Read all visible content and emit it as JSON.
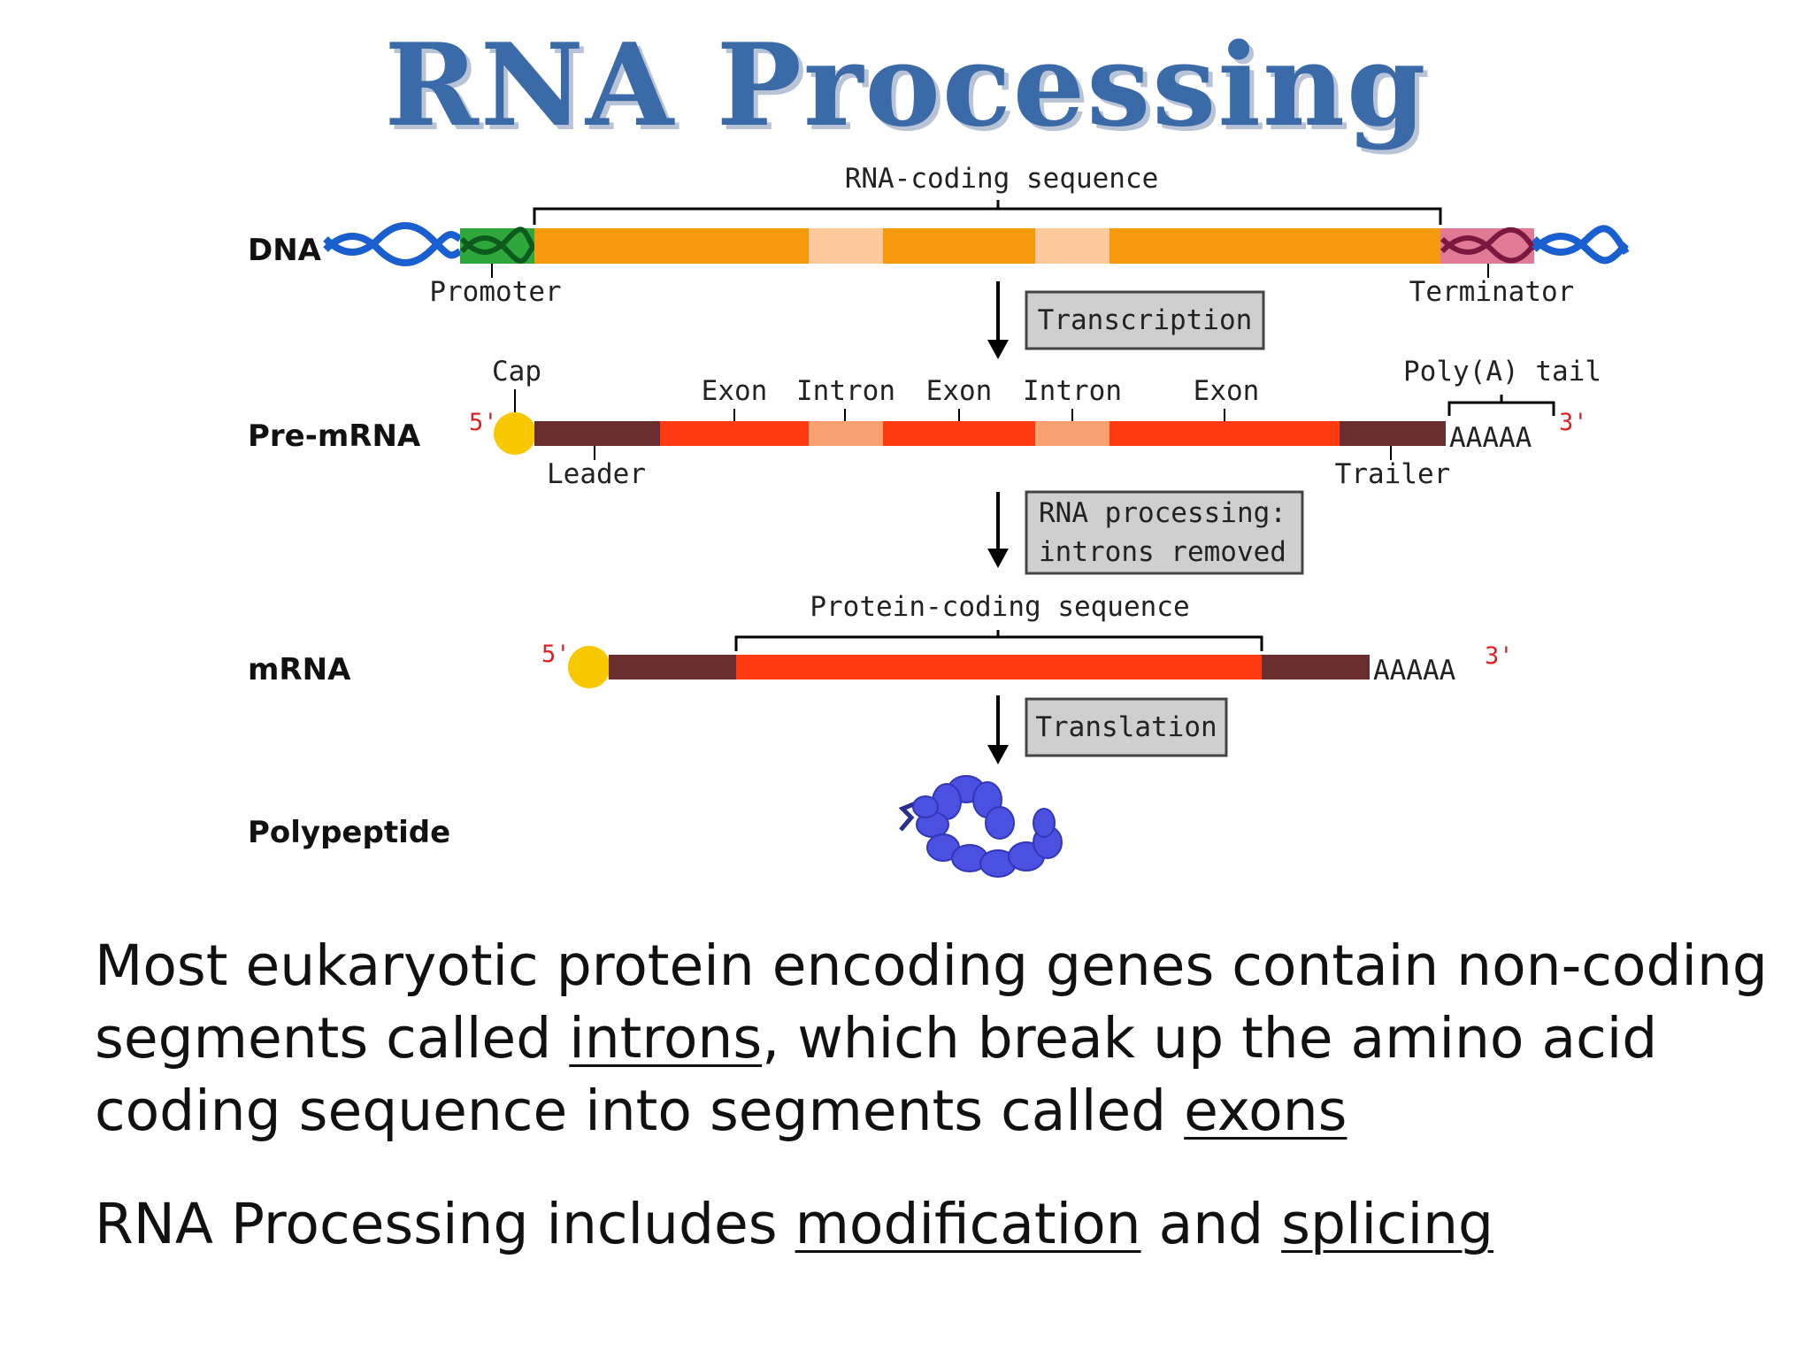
{
  "title": "RNA Processing",
  "rows": {
    "dna": "DNA",
    "pre_mrna": "Pre-mRNA",
    "mrna": "mRNA",
    "polypeptide": "Polypeptide"
  },
  "labels": {
    "rna_coding_sequence": "RNA-coding sequence",
    "promoter": "Promoter",
    "terminator": "Terminator",
    "cap": "Cap",
    "leader": "Leader",
    "trailer": "Trailer",
    "poly_a_tail": "Poly(A) tail",
    "poly_a": "AAAAA",
    "five_prime": "5'",
    "three_prime": "3'",
    "exon": "Exon",
    "intron": "Intron",
    "protein_coding_sequence": "Protein-coding sequence"
  },
  "steps": {
    "transcription": "Transcription",
    "processing_line1": "RNA processing:",
    "processing_line2": "introns removed",
    "translation": "Translation"
  },
  "paragraphs": {
    "p1_a": "Most eukaryotic protein encoding genes contain non-coding segments called ",
    "p1_introns": "introns",
    "p1_b": ", which break up the amino acid coding sequence into segments called ",
    "p1_exons": "exons",
    "p2_a": "RNA Processing includes ",
    "p2_modification": "modification",
    "p2_and": " and ",
    "p2_splicing": "splicing"
  },
  "colors": {
    "dna_helix": "#1a5fd0",
    "promoter": "#2ea83a",
    "terminator": "#c24a6e",
    "exon_dna": "#f59a0c",
    "intron_dna": "#fcc99a",
    "exon_rna": "#ff3a10",
    "intron_rna": "#f8a070",
    "utr": "#6b2e2e",
    "cap": "#f8c800",
    "polypeptide": "#4a50e0"
  }
}
